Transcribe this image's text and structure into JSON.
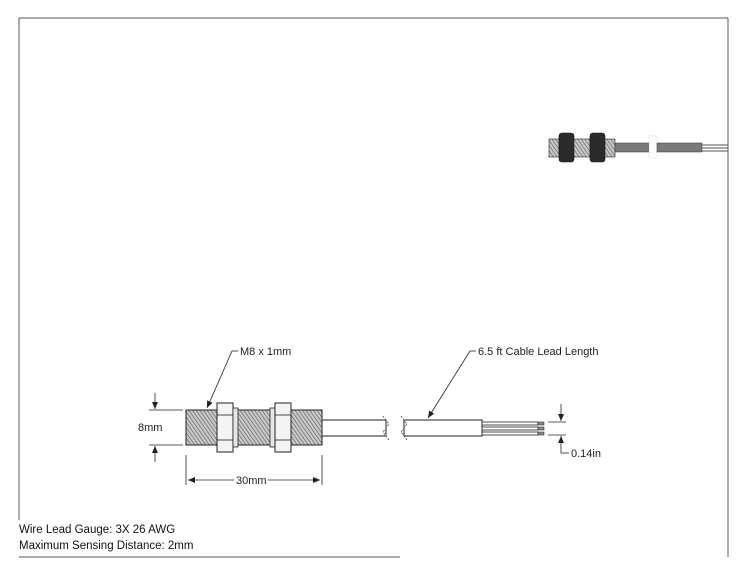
{
  "callouts": {
    "thread": "M8 x 1mm",
    "cable": "6.5 ft Cable Lead Length",
    "diameter": "8mm",
    "length": "30mm",
    "wire_spacing": "0.14in"
  },
  "notes": {
    "wire_gauge": "Wire Lead Gauge: 3X 26 AWG",
    "sensing_distance": "Maximum Sensing Distance: 2mm"
  }
}
